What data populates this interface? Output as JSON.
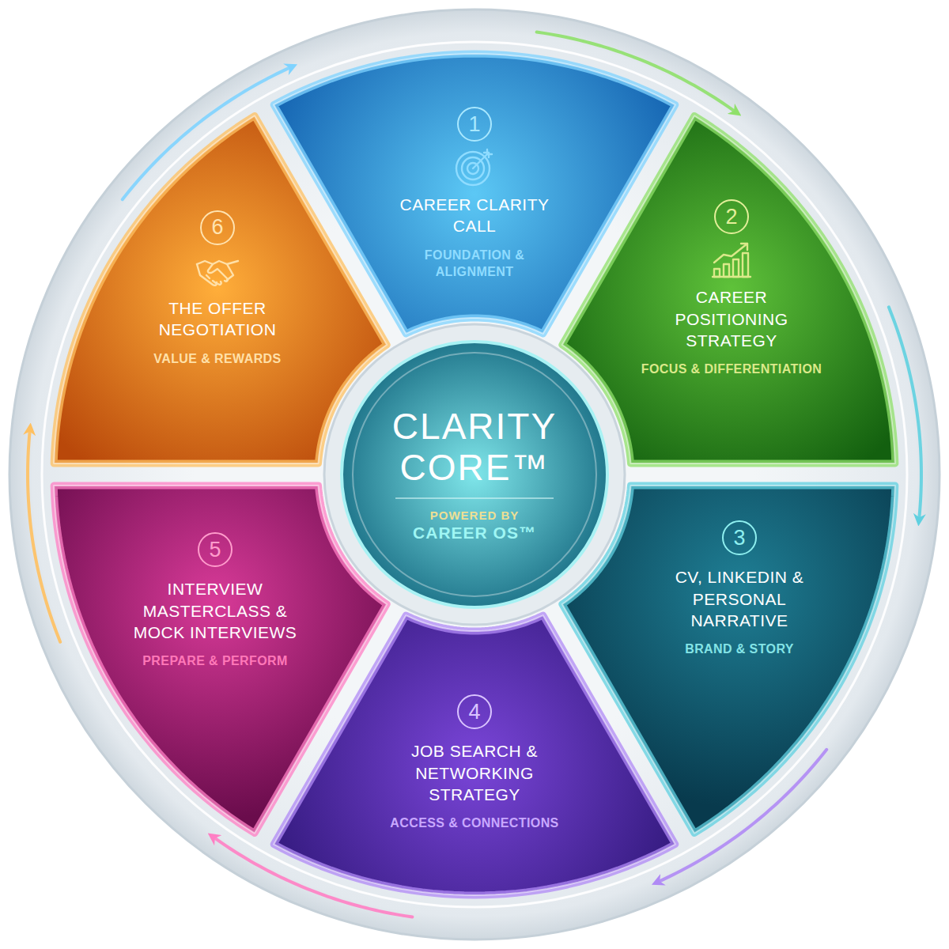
{
  "diagram": {
    "nodes": [
      {
        "text": [
          "1",
          "CAREER CLARITY CALL",
          "FOUNDATION & ALIGNMENT"
        ]
      },
      {
        "text": [
          "2",
          "CAREER POSITIONING STRATEGY",
          "FOCUS & DIFFERENTIATION"
        ]
      },
      {
        "text": [
          "3",
          "CV, LINKEDIN & PERSONAL NARRATIVE",
          "BRAND & STORY"
        ]
      },
      {
        "text": [
          "4",
          "JOB SEARCH & NETWORKING STRATEGY",
          "ACCESS & CONNECTIONS"
        ]
      },
      {
        "text": [
          "5",
          "INTERVIEW MASTERCLASS & MOCK INTERVIEWS",
          "PREPARE & PERFORM"
        ]
      },
      {
        "text": [
          "6",
          "THE OFFER NEGOTIATION",
          "VALUE & REWARDS"
        ]
      },
      {
        "text": [
          "CLARITY CORE™",
          "POWERED BY",
          "CAREER OS™"
        ]
      }
    ],
    "edges": [
      {
        "from": 0,
        "to": 1,
        "arrow": "to"
      },
      {
        "from": 1,
        "to": 2,
        "arrow": "to"
      },
      {
        "from": 2,
        "to": 3,
        "arrow": "to"
      },
      {
        "from": 3,
        "to": 4,
        "arrow": "to"
      },
      {
        "from": 4,
        "to": 5,
        "arrow": "to"
      },
      {
        "from": 5,
        "to": 0,
        "arrow": "to"
      }
    ]
  }
}
